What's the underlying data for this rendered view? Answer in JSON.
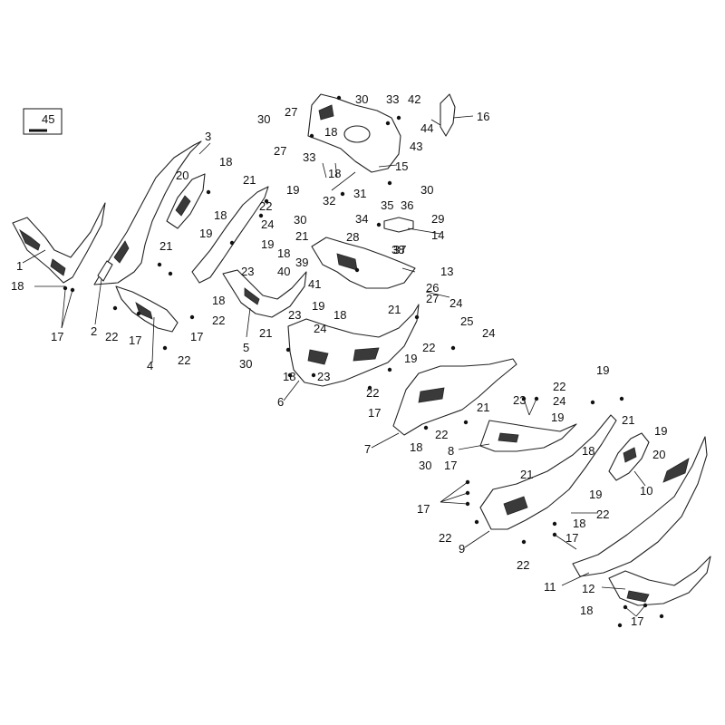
{
  "legend": {
    "number": "45"
  },
  "callouts": [
    {
      "id": "c1",
      "text": "1"
    },
    {
      "id": "c2",
      "text": "2"
    },
    {
      "id": "c3",
      "text": "3"
    },
    {
      "id": "c4",
      "text": "4"
    },
    {
      "id": "c5",
      "text": "5"
    },
    {
      "id": "c6",
      "text": "6"
    },
    {
      "id": "c7",
      "text": "7"
    },
    {
      "id": "c8",
      "text": "8"
    },
    {
      "id": "c9",
      "text": "9"
    },
    {
      "id": "c10",
      "text": "10"
    },
    {
      "id": "c11",
      "text": "11"
    },
    {
      "id": "c12",
      "text": "12"
    },
    {
      "id": "c13",
      "text": "13"
    },
    {
      "id": "c14",
      "text": "14"
    },
    {
      "id": "c15",
      "text": "15"
    },
    {
      "id": "c16",
      "text": "16"
    },
    {
      "id": "c17a",
      "text": "17"
    },
    {
      "id": "c17b",
      "text": "17"
    },
    {
      "id": "c17c",
      "text": "17"
    },
    {
      "id": "c17d",
      "text": "17"
    },
    {
      "id": "c17e",
      "text": "17"
    },
    {
      "id": "c17f",
      "text": "17"
    },
    {
      "id": "c17g",
      "text": "17"
    },
    {
      "id": "c17h",
      "text": "17"
    },
    {
      "id": "c18a",
      "text": "18"
    },
    {
      "id": "c18b",
      "text": "18"
    },
    {
      "id": "c18c",
      "text": "18"
    },
    {
      "id": "c18d",
      "text": "18"
    },
    {
      "id": "c18e",
      "text": "18"
    },
    {
      "id": "c18f",
      "text": "18"
    },
    {
      "id": "c18g",
      "text": "18"
    },
    {
      "id": "c18h",
      "text": "18"
    },
    {
      "id": "c18i",
      "text": "18"
    },
    {
      "id": "c18j",
      "text": "18"
    },
    {
      "id": "c18k",
      "text": "18"
    },
    {
      "id": "c18l",
      "text": "18"
    },
    {
      "id": "c18m",
      "text": "18"
    },
    {
      "id": "c19a",
      "text": "19"
    },
    {
      "id": "c19b",
      "text": "19"
    },
    {
      "id": "c19c",
      "text": "19"
    },
    {
      "id": "c19d",
      "text": "19"
    },
    {
      "id": "c19e",
      "text": "19"
    },
    {
      "id": "c19f",
      "text": "19"
    },
    {
      "id": "c19g",
      "text": "19"
    },
    {
      "id": "c19h",
      "text": "19"
    },
    {
      "id": "c19i",
      "text": "19"
    },
    {
      "id": "c20a",
      "text": "20"
    },
    {
      "id": "c20b",
      "text": "20"
    },
    {
      "id": "c21a",
      "text": "21"
    },
    {
      "id": "c21b",
      "text": "21"
    },
    {
      "id": "c21c",
      "text": "21"
    },
    {
      "id": "c21d",
      "text": "21"
    },
    {
      "id": "c21e",
      "text": "21"
    },
    {
      "id": "c21f",
      "text": "21"
    },
    {
      "id": "c21g",
      "text": "21"
    },
    {
      "id": "c21h",
      "text": "21"
    },
    {
      "id": "c22a",
      "text": "22"
    },
    {
      "id": "c22b",
      "text": "22"
    },
    {
      "id": "c22c",
      "text": "22"
    },
    {
      "id": "c22d",
      "text": "22"
    },
    {
      "id": "c22e",
      "text": "22"
    },
    {
      "id": "c22f",
      "text": "22"
    },
    {
      "id": "c22g",
      "text": "22"
    },
    {
      "id": "c22h",
      "text": "22"
    },
    {
      "id": "c22i",
      "text": "22"
    },
    {
      "id": "c22j",
      "text": "22"
    },
    {
      "id": "c22k",
      "text": "22"
    },
    {
      "id": "c23a",
      "text": "23"
    },
    {
      "id": "c23b",
      "text": "23"
    },
    {
      "id": "c23c",
      "text": "23"
    },
    {
      "id": "c23d",
      "text": "23"
    },
    {
      "id": "c24a",
      "text": "24"
    },
    {
      "id": "c24b",
      "text": "24"
    },
    {
      "id": "c24c",
      "text": "24"
    },
    {
      "id": "c24d",
      "text": "24"
    },
    {
      "id": "c24e",
      "text": "24"
    },
    {
      "id": "c25",
      "text": "25"
    },
    {
      "id": "c26",
      "text": "26"
    },
    {
      "id": "c27a",
      "text": "27"
    },
    {
      "id": "c27b",
      "text": "27"
    },
    {
      "id": "c27c",
      "text": "27"
    },
    {
      "id": "c28",
      "text": "28"
    },
    {
      "id": "c29",
      "text": "29"
    },
    {
      "id": "c30a",
      "text": "30"
    },
    {
      "id": "c30b",
      "text": "30"
    },
    {
      "id": "c30c",
      "text": "30"
    },
    {
      "id": "c30d",
      "text": "30"
    },
    {
      "id": "c30e",
      "text": "30"
    },
    {
      "id": "c30f",
      "text": "30"
    },
    {
      "id": "c31",
      "text": "31"
    },
    {
      "id": "c32",
      "text": "32"
    },
    {
      "id": "c33a",
      "text": "33"
    },
    {
      "id": "c33b",
      "text": "33"
    },
    {
      "id": "c34",
      "text": "34"
    },
    {
      "id": "c35",
      "text": "35"
    },
    {
      "id": "c36",
      "text": "36"
    },
    {
      "id": "c37",
      "text": "37"
    },
    {
      "id": "c38",
      "text": "38"
    },
    {
      "id": "c39",
      "text": "39"
    },
    {
      "id": "c40",
      "text": "40"
    },
    {
      "id": "c41",
      "text": "41"
    },
    {
      "id": "c42",
      "text": "42"
    },
    {
      "id": "c43",
      "text": "43"
    },
    {
      "id": "c44",
      "text": "44"
    }
  ]
}
